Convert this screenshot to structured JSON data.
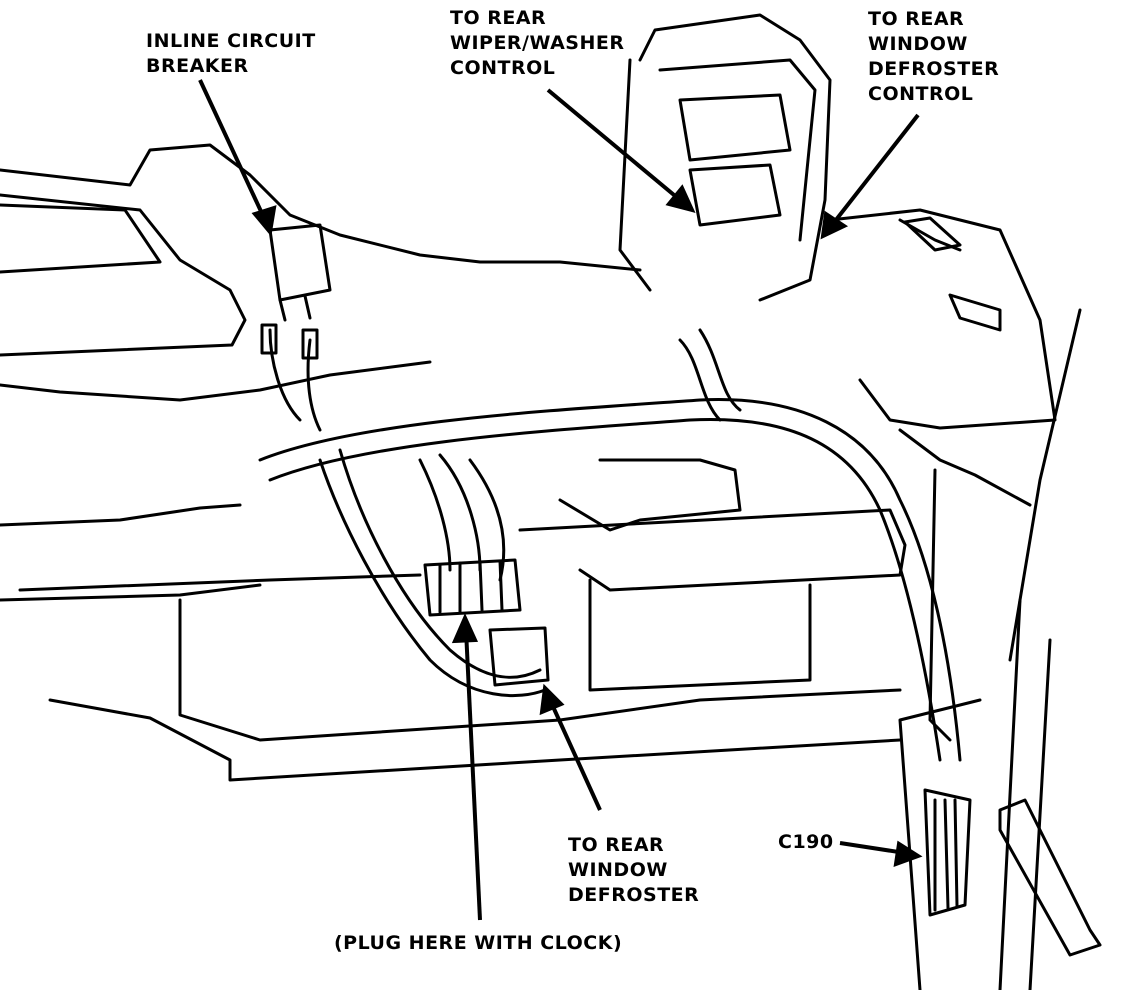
{
  "labels": {
    "inline_circuit_breaker": [
      "INLINE CIRCUIT",
      "BREAKER"
    ],
    "rear_wiper_washer_control": [
      "TO REAR",
      "WIPER/WASHER",
      "CONTROL"
    ],
    "rear_window_defroster_control": [
      "TO REAR",
      "WINDOW",
      "DEFROSTER",
      "CONTROL"
    ],
    "rear_window_defroster": [
      "TO REAR",
      "WINDOW",
      "DEFROSTER"
    ],
    "connector_c190": "C190",
    "plug_with_clock": "(PLUG HERE WITH CLOCK)"
  },
  "colors": {
    "ink": "#000000",
    "paper": "#ffffff"
  }
}
